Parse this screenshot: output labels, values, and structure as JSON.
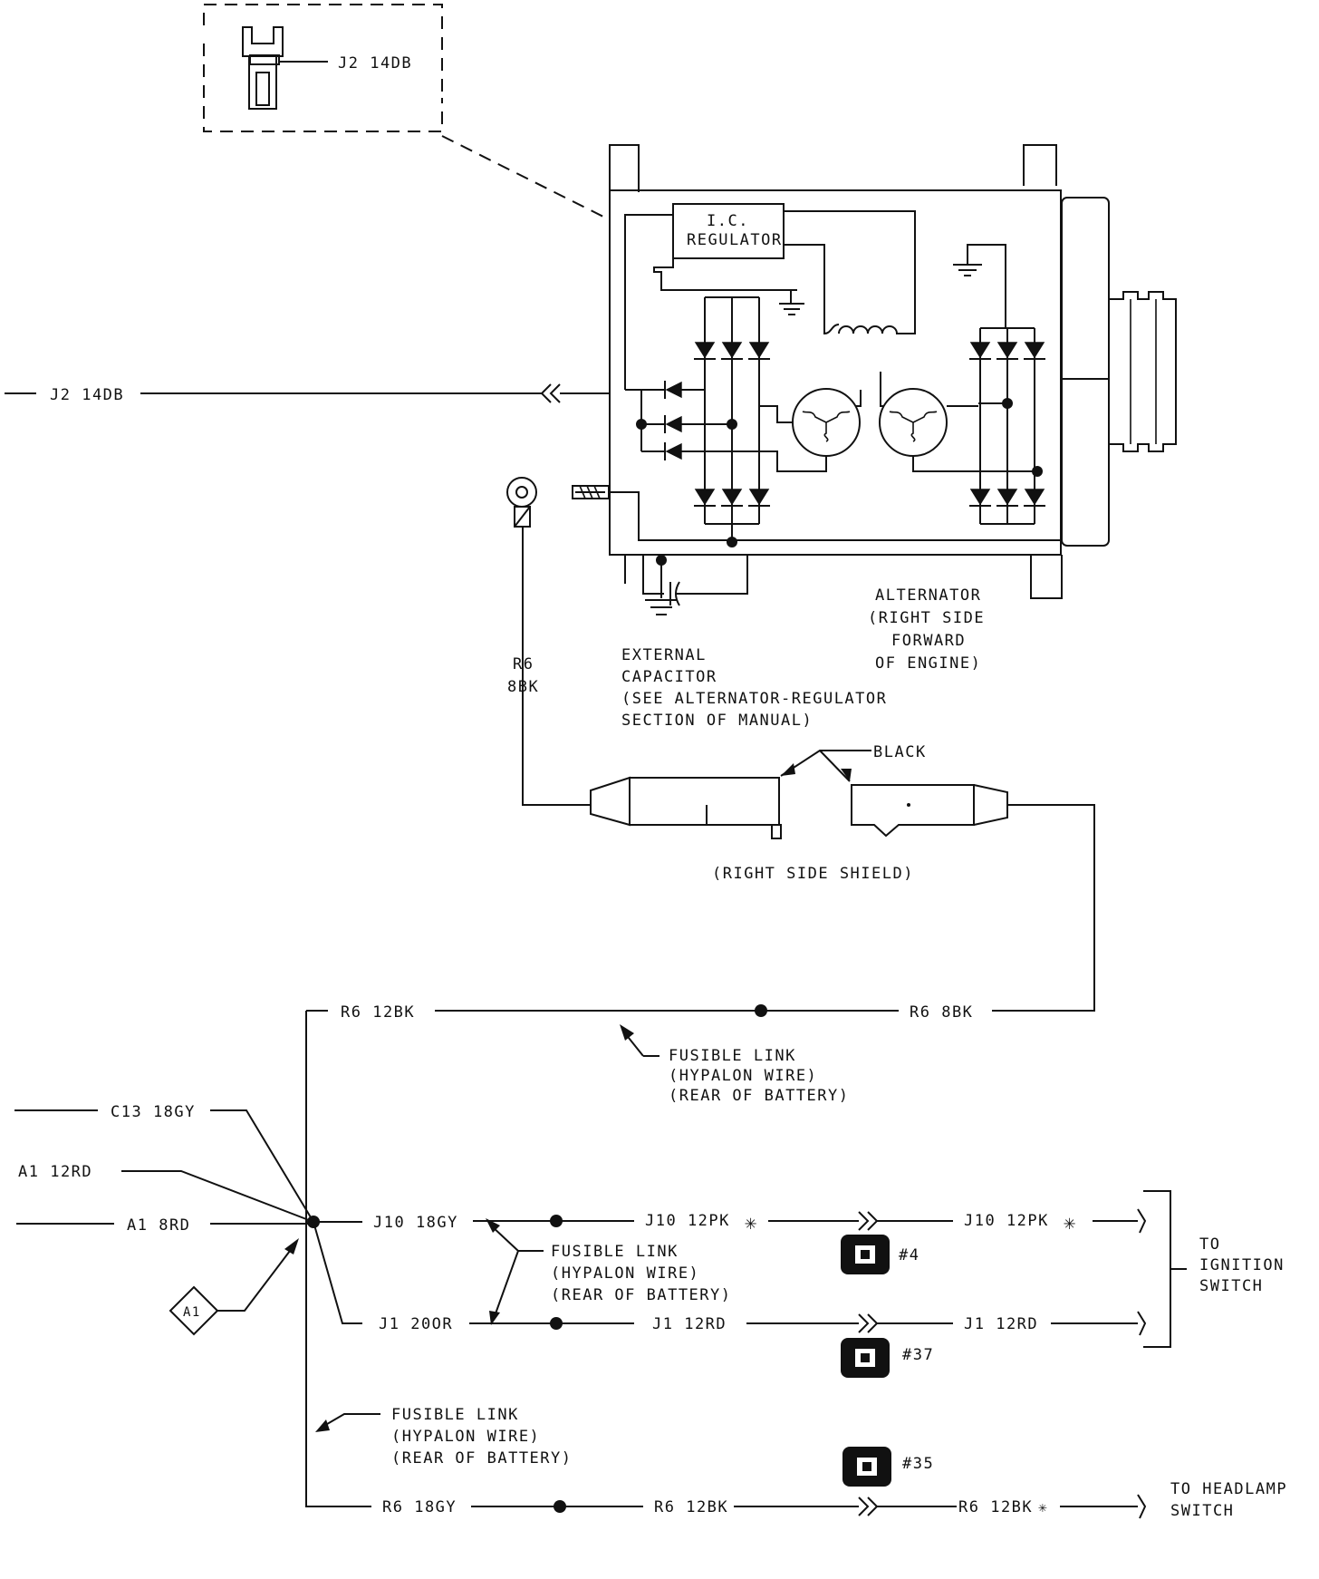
{
  "inset": {
    "connector_label": "J2 14DB"
  },
  "alternator": {
    "regulator_label_line1": "I.C.",
    "regulator_label_line2": "REGULATOR",
    "caption": [
      "ALTERNATOR",
      "(RIGHT SIDE",
      "FORWARD",
      "OF ENGINE)"
    ]
  },
  "external_capacitor": {
    "caption": [
      "EXTERNAL",
      "CAPACITOR",
      "(SEE ALTERNATOR-REGULATOR",
      "SECTION OF MANUAL)"
    ]
  },
  "wires": {
    "j2_left": "J2 14DB",
    "r6_8bk_vertical_line1": "R6",
    "r6_8bk_vertical_line2": "8BK",
    "r6_12bk_top": "R6 12BK",
    "r6_8bk_top": "R6 8BK",
    "c13": "C13 18GY",
    "a1_12rd": "A1 12RD",
    "a1_8rd": "A1 8RD",
    "j10_18gy": "J10 18GY",
    "j10_12pk_a": "J10 12PK",
    "j10_12pk_b": "J10 12PK",
    "j1_20or": "J1 20OR",
    "j1_12rd_a": "J1 12RD",
    "j1_12rd_b": "J1 12RD",
    "r6_18gy": "R6 18GY",
    "r6_12bk_bottom_a": "R6 12BK",
    "r6_12bk_bottom_b": "R6 12BK"
  },
  "shield": {
    "black_label": "BLACK",
    "caption": "(RIGHT SIDE SHIELD)"
  },
  "fusible_links": {
    "top": [
      "FUSIBLE LINK",
      "(HYPALON WIRE)",
      "(REAR OF BATTERY)"
    ],
    "middle": [
      "FUSIBLE LINK",
      "(HYPALON WIRE)",
      "(REAR OF BATTERY)"
    ],
    "bottom": [
      "FUSIBLE LINK",
      "(HYPALON WIRE)",
      "(REAR OF BATTERY)"
    ]
  },
  "splice_badge": "A1",
  "connector_refs": {
    "c4": "#4",
    "c37": "#37",
    "c35": "#35"
  },
  "destinations": {
    "ignition": [
      "TO",
      "IGNITION",
      "SWITCH"
    ],
    "headlamp": [
      "TO HEADLAMP",
      "SWITCH"
    ]
  },
  "symbols": {
    "asterisk": "✳"
  },
  "colors": {
    "ink": "#111111",
    "background": "#ffffff"
  }
}
